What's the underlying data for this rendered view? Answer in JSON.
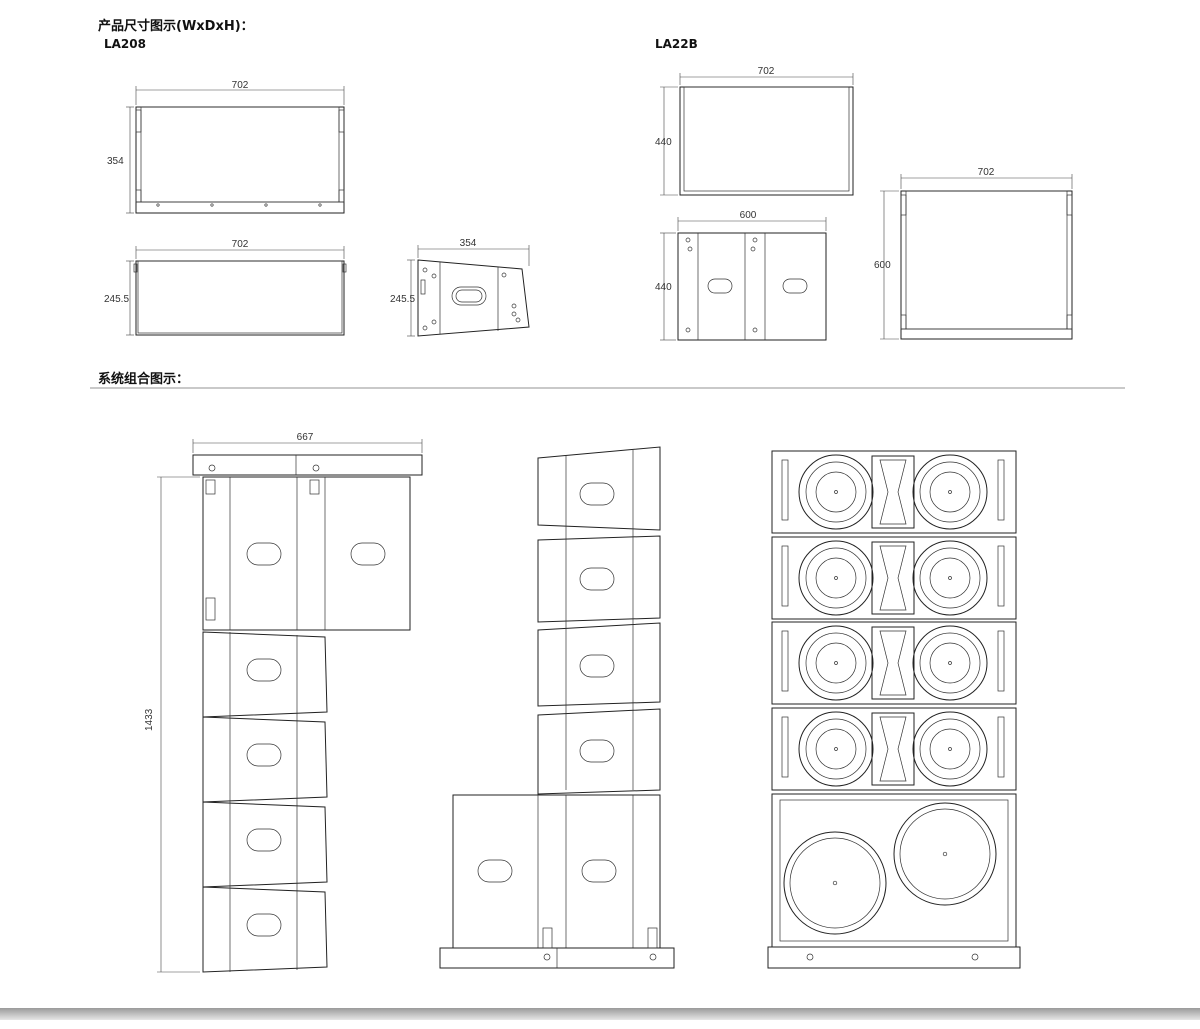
{
  "headings": {
    "dimensions": "产品尺寸图示(WxDxH)：",
    "system": "系统组合图示："
  },
  "models": {
    "la208": "LA208",
    "la22b": "LA22B"
  },
  "dimensions": {
    "la208_front_width": "702",
    "la208_front_height": "354",
    "la208_top_width": "702",
    "la208_top_depth": "245.5",
    "la208_side_depth": "354",
    "la208_side_height": "245.5",
    "la22b_front_width": "702",
    "la22b_front_height": "440",
    "la22b_side_width": "600",
    "la22b_side_height": "440",
    "la22b_top_width": "702",
    "la22b_top_depth": "600",
    "array_width": "667",
    "array_height": "1433"
  }
}
